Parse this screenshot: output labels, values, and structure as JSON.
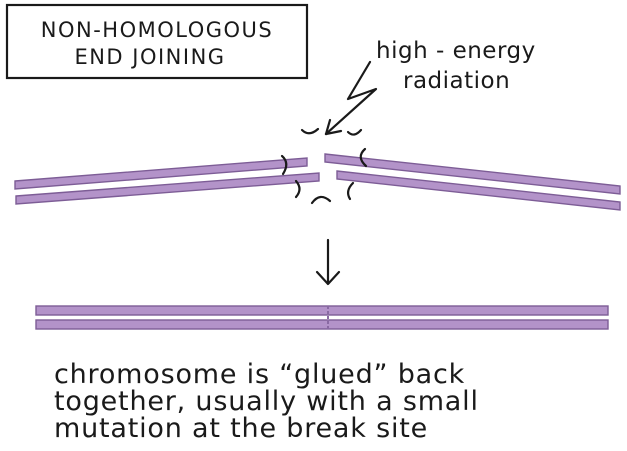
{
  "title": {
    "line1": "NON-HOMOLOGOUS",
    "line2": "END JOINING"
  },
  "radiation_label": {
    "line1": "high - energy",
    "line2": "radiation"
  },
  "caption": {
    "line1": "chromosome is “glued” back",
    "line2": "together, usually with a small",
    "line3": "mutation at the break site"
  },
  "colors": {
    "chromosome_fill": "#b393c9",
    "chromosome_outline": "#7d5d96",
    "ink": "#1a1a1a"
  },
  "icons": {
    "radiation": "lightning-bolt-arrow-icon",
    "process": "down-arrow-icon"
  }
}
